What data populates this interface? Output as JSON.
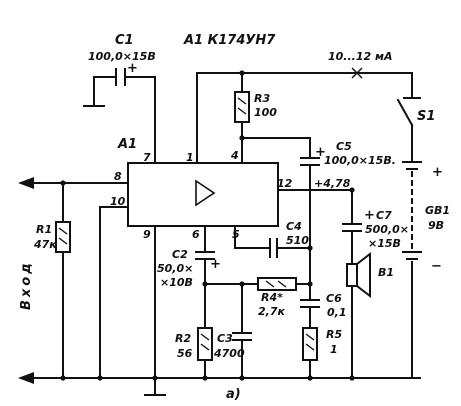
{
  "chip": {
    "ref": "A1",
    "part": "A1 К174УН7",
    "pins": {
      "p7": "7",
      "p1": "1",
      "p4": "4",
      "p8": "8",
      "p12": "12",
      "p10": "10",
      "p9": "9",
      "p6": "6",
      "p5": "5"
    }
  },
  "components": {
    "C1": {
      "ref": "C1",
      "value": "100,0×15В",
      "plus": "+"
    },
    "R3": {
      "ref": "R3",
      "value": "100"
    },
    "C5": {
      "ref": "C5",
      "value": "100,0×15В.",
      "plus": "+"
    },
    "C4": {
      "ref": "C4",
      "value": "510"
    },
    "C7": {
      "ref": "C7",
      "value_line1": "500,0×",
      "value_line2": "×15В",
      "plus": "+"
    },
    "R1": {
      "ref": "R1",
      "value": "47к"
    },
    "C2": {
      "ref": "C2",
      "value_line1": "50,0×",
      "value_line2": "×10В",
      "plus": "+"
    },
    "R4": {
      "ref": "R4*",
      "value": "2,7к"
    },
    "C6": {
      "ref": "C6",
      "value": "0,1"
    },
    "R5": {
      "ref": "R5",
      "value": "1"
    },
    "R2": {
      "ref": "R2",
      "value": "56"
    },
    "C3": {
      "ref": "C3",
      "value": "4700"
    },
    "S1": {
      "ref": "S1"
    },
    "GB1": {
      "ref": "GB1",
      "value": "9В",
      "plus": "+",
      "minus": "−"
    },
    "B1": {
      "ref": "B1"
    }
  },
  "annotations": {
    "current": "10...12 мА",
    "voltage": "+4,78",
    "input": "Вход",
    "caption": "а)"
  }
}
